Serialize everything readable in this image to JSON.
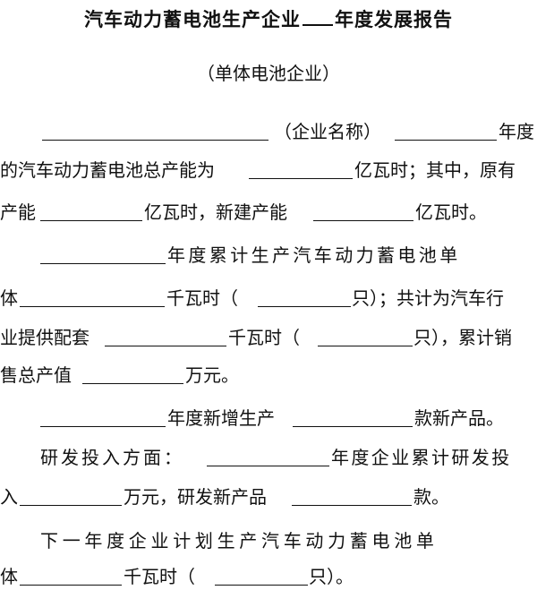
{
  "title": {
    "before": "汽车动力蓄电池生产企业",
    "after": "年度发展报告"
  },
  "subtitle": "（单体电池企业）",
  "paragraphs": {
    "p1": {
      "company_name": "（企业名称）",
      "year": "年度",
      "total_capacity": "的汽车动力蓄电池总产能为",
      "unit_a": "亿瓦时；其中，原有",
      "existing": "产能",
      "unit_b": "亿瓦时，新建产能",
      "unit_c": "亿瓦时。"
    },
    "p2": {
      "annual_prod": "年度累计生产汽车动力蓄电池单",
      "body": "体",
      "kwh_open": "千瓦时（",
      "only_supply": "只）；共计为汽车行",
      "supply": "业提供配套",
      "kwh_open2": "千瓦时（",
      "only_sales": "只），累计销",
      "output_value": "售总产值",
      "wan_yuan": "万元。"
    },
    "p3": {
      "new_products": "年度新增生产",
      "models": "款新产品。"
    },
    "p4": {
      "rd_input": "研发投入方面：",
      "rd_cumulative": "年度企业累计研发投",
      "input_char": "入",
      "wan_yuan_rd": "万元，研发新产品",
      "kuan": "款。"
    },
    "p5": {
      "next_year_plan": "下一年度企业计划生产汽车动力蓄电池单",
      "body": "体",
      "kwh_open": "千瓦时（",
      "only_end": "只）。"
    }
  }
}
